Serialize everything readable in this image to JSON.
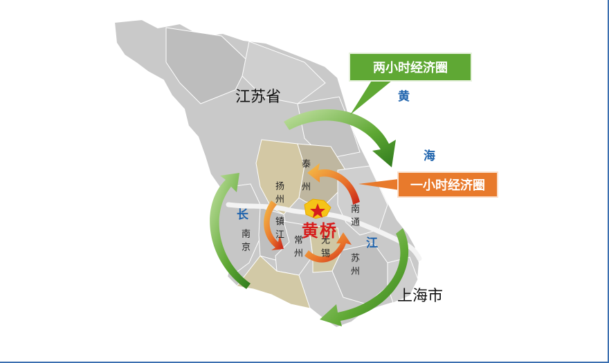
{
  "map": {
    "province_label": "江苏省",
    "shanghai_label": "上海市",
    "sea_labels": {
      "huang": "黄",
      "hai": "海"
    },
    "river_labels": {
      "chang": "长",
      "jiang": "江"
    },
    "cities": {
      "taizhou": "泰州",
      "yangzhou": "扬州",
      "zhenjiang": "镇江",
      "nantong": "南通",
      "nanjing": "南京",
      "changzhou": "常州",
      "wuxi": "无锡",
      "suzhou": "苏州"
    },
    "center_label": "黄桥",
    "center_icon": "star-icon"
  },
  "callouts": {
    "two_hour": "两小时经济圈",
    "one_hour": "一小时经济圈"
  },
  "colors": {
    "two_hour_green": "#5fa834",
    "one_hour_orange": "#e87a2c",
    "arrow_red": "#d12a1c",
    "center_yellow": "#f5c417",
    "sea_blue": "#1e63ad"
  }
}
